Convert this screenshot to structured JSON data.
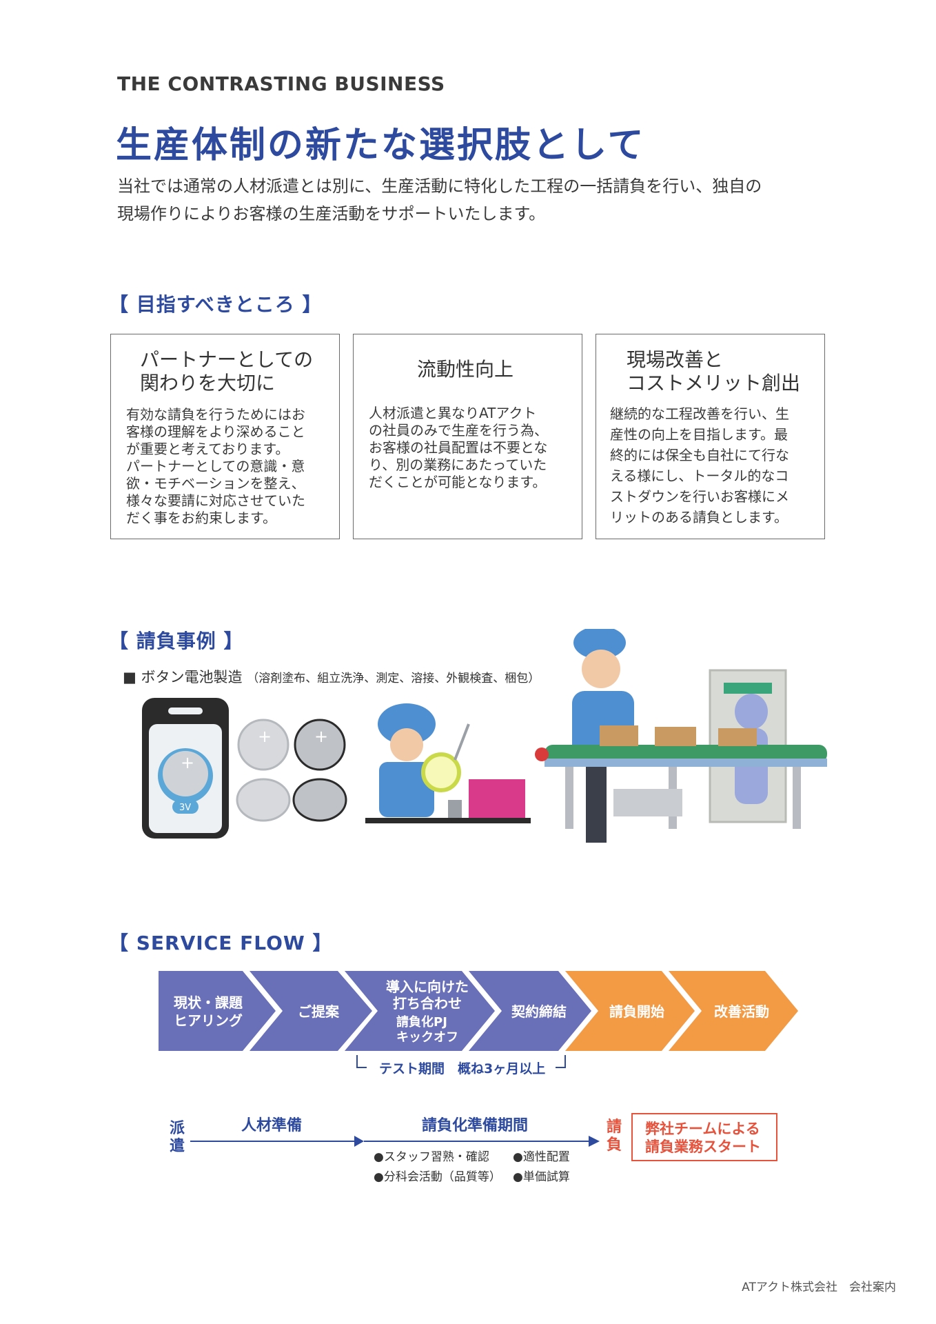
{
  "header": {
    "eyebrow": "THE CONTRASTING BUSINESS",
    "title": "生産体制の新たな選択肢として",
    "lead_line1": "当社では通常の人材派遣とは別に、生産活動に特化した工程の一括請負を行い、独自の",
    "lead_line2": "現場作りによりお客様の生産活動をサポートいたします。"
  },
  "goals": {
    "heading": "【 目指すべきところ 】",
    "cards": [
      {
        "title1": "パートナーとしての",
        "title2": "関わりを大切に",
        "body": [
          "有効な請負を行うためにはお",
          "客様の理解をより深めること",
          "が重要と考えております。",
          "パートナーとしての意識・意",
          "欲・モチベーションを整え、",
          "様々な要請に対応させていた",
          "だく事をお約束します。"
        ]
      },
      {
        "title1": "流動性向上",
        "title2": "",
        "body": [
          "人材派遣と異なりATアクト",
          "の社員のみで生産を行う為、",
          "お客様の社員配置は不要とな",
          "り、別の業務にあたっていた",
          "だくことが可能となります。"
        ]
      },
      {
        "title1": "現場改善と",
        "title2": "コストメリット創出",
        "body": [
          "継続的な工程改善を行い、生",
          "産性の向上を目指します。最",
          "終的には保全も自社にて行な",
          "える様にし、トータル的なコ",
          "ストダウンを行いお客様にメ",
          "リットのある請負とします。"
        ]
      }
    ]
  },
  "cases": {
    "heading": "【 請負事例 】",
    "item_bullet": "■",
    "item_title": "ボタン電池製造",
    "item_detail": "（溶剤塗布、組立洗浄、測定、溶接、外観検査、梱包）",
    "battery_label": "3V"
  },
  "flow": {
    "heading": "【 SERVICE  FLOW 】",
    "steps": [
      {
        "lines": [
          "現状・課題",
          "ヒアリング"
        ],
        "color": "#6a70b8"
      },
      {
        "lines": [
          "ご提案"
        ],
        "color": "#6a70b8"
      },
      {
        "lines": [
          "導入に向けた",
          "打ち合わせ",
          "請負化PJ",
          "キックオフ"
        ],
        "color": "#6a70b8"
      },
      {
        "lines": [
          "契約締結"
        ],
        "color": "#6a70b8"
      },
      {
        "lines": [
          "請負開始"
        ],
        "color": "#f39a45"
      },
      {
        "lines": [
          "改善活動"
        ],
        "color": "#f39a45"
      }
    ],
    "test_period": "テスト期間　概ね3ヶ月以上"
  },
  "timeline": {
    "start_label": "派遣",
    "phase1": "人材準備",
    "phase2": "請負化準備期間",
    "bullets": [
      "●スタッフ習熟・確認",
      "●適性配置",
      "●分科会活動（品質等）",
      "●単価試算"
    ],
    "end_label": "請負",
    "result_line1": "弊社チームによる",
    "result_line2": "請負業務スタート",
    "colors": {
      "blue": "#2d4a9e",
      "red": "#e5533d"
    }
  },
  "footer": {
    "text": "ATアクト株式会社　会社案内"
  }
}
